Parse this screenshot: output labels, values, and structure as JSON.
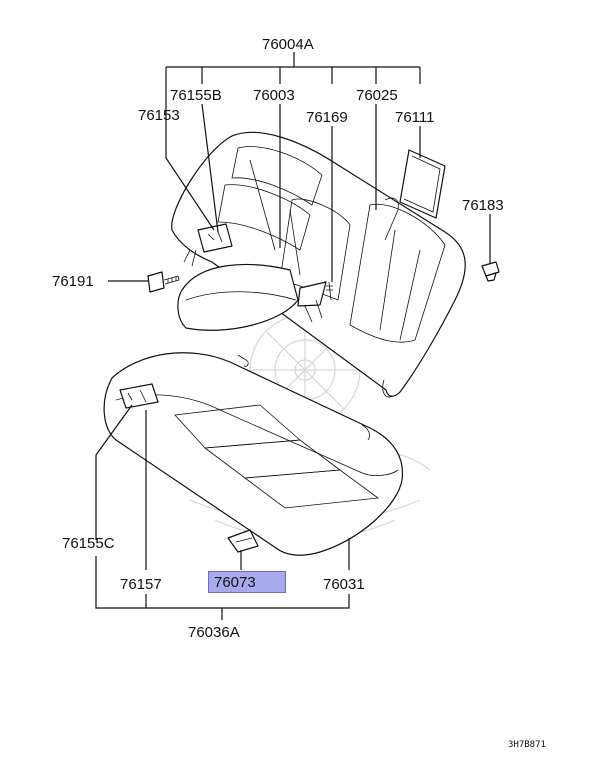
{
  "diagram": {
    "labels": {
      "p76004a": "76004A",
      "p76155b": "76155B",
      "p76003": "76003",
      "p76025": "76025",
      "p76153": "76153",
      "p76169": "76169",
      "p76111": "76111",
      "p76183": "76183",
      "p76191": "76191",
      "p76155c": "76155C",
      "p76157": "76157",
      "p76073": "76073",
      "p76031": "76031",
      "p76036a": "76036A"
    },
    "highlighted_part": "76073",
    "highlight_color": "#a9a9ee",
    "drawing_code": "3H7B871"
  }
}
